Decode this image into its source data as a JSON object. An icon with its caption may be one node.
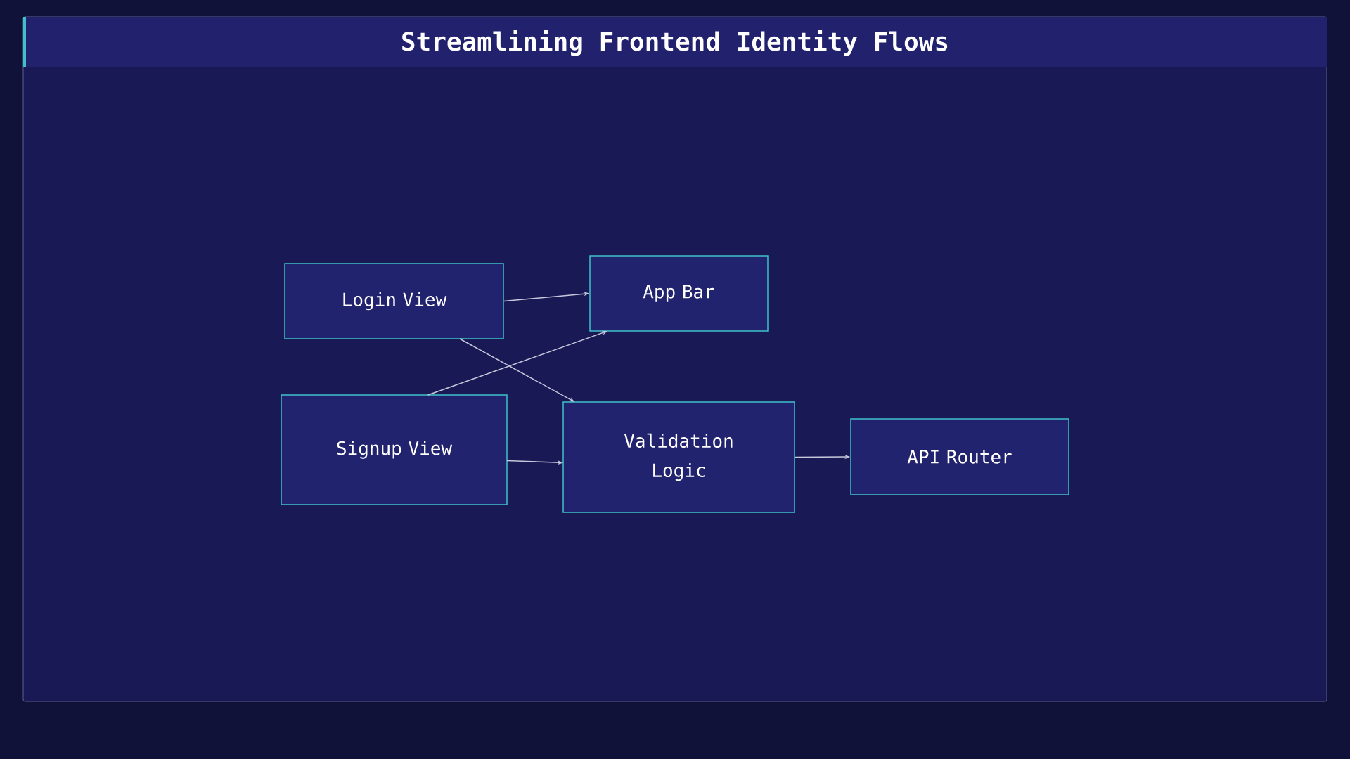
{
  "diagram": {
    "title": "Streamlining Frontend Identity Flows",
    "nodes": [
      {
        "text": [
          "Login View"
        ]
      },
      {
        "text": [
          "App Bar"
        ]
      },
      {
        "text": [
          "Signup View"
        ]
      },
      {
        "text": [
          "Validation Logic"
        ]
      },
      {
        "text": [
          "API Router"
        ]
      }
    ],
    "edges": [
      {
        "from": 0,
        "to": 1,
        "arrow": "to"
      },
      {
        "from": 0,
        "to": 3,
        "arrow": "to"
      },
      {
        "from": 2,
        "to": 1,
        "arrow": "to"
      },
      {
        "from": 2,
        "to": 3,
        "arrow": "to"
      },
      {
        "from": 3,
        "to": 4,
        "arrow": "to"
      }
    ]
  }
}
